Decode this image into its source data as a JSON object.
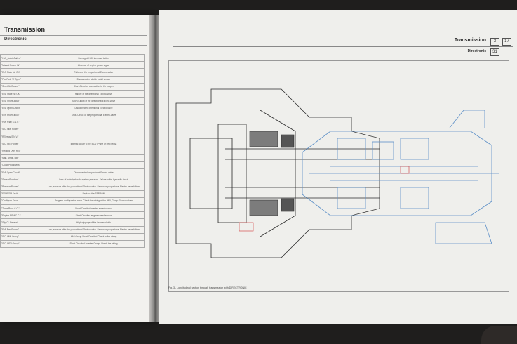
{
  "left_page": {
    "section_title": "Transmission",
    "subsection": "Directronic",
    "rows": [
      {
        "code": "\"HMI_AutoinFailed\"",
        "description": "Damaged HMI, increase button"
      },
      {
        "code": "\"Missed Power IN\"",
        "description": "Absence of engine power signal"
      },
      {
        "code": "\"EvP State No OK\"",
        "description": "Failure of the proportional Electro-valve"
      },
      {
        "code": "\"Pos.Ped. 'S' Open\"",
        "description": "Disconnected clutch pedal sensor"
      },
      {
        "code": "\"ShortCkt Buzzer\"",
        "description": "Short-Circuited connection to the beeper"
      },
      {
        "code": "\"EvD State No OK\"",
        "description": "Failure of the directional Electro-valve"
      },
      {
        "code": "\"EvD ShortCircuit\"",
        "description": "Short-Circuit of the directional Electro-valve"
      },
      {
        "code": "\"EvD Open Circuit\"",
        "description": "Disconnected directional Electro-valve"
      },
      {
        "code": "\"EvP ShortCircuit\"",
        "description": "Short-Circuit of the proportional Electro-valve"
      },
      {
        "code": "\"HMI relay S.N.V.\"",
        "description": ""
      },
      {
        "code": "\"S.C. HMI Power\"",
        "description": ""
      },
      {
        "code": "\"REIrelay S.N.V.\"",
        "description": ""
      },
      {
        "code": "\"S.C. REI Power\"",
        "description": "Internal failure to the ECU (PWM or HMI relay)"
      },
      {
        "code": "\"Related Over REI\"",
        "description": ""
      },
      {
        "code": "\"Man. Ampli. ngn\"",
        "description": ""
      },
      {
        "code": "\"ClutchPedalSens\"",
        "description": ""
      },
      {
        "code": "\"EvP Open Circuit\"",
        "description": "Disconnected proportional Electro-valve"
      },
      {
        "code": "\"SensorProblem\"",
        "description": "Loss of main hydraulic system pressure. Failure in the hydraulic circuit"
      },
      {
        "code": "\"PressureProper\"",
        "description": "Low pressure after the proportional Electro-valve. Sensor or proportional Electro-valve failure"
      },
      {
        "code": "\"EEPROM Fault\"",
        "description": "Replace the EEPROM"
      },
      {
        "code": "\"Configure Error\"",
        "description": "Program configuration error. Check the wiring of the HMI, Group Electro-valves"
      },
      {
        "code": "\"Trans.Revs C.C.\"",
        "description": "Short-Circuited inverter speed sensor"
      },
      {
        "code": "\"Engine RPM C.C.\"",
        "description": "Short-Circuited engine speed sensor"
      },
      {
        "code": "\"Slip Cl. Reversi\"",
        "description": "High slippage of the inverter clutch"
      },
      {
        "code": "\"EvP PresProper\"",
        "description": "Low pressure after the proportional Electro-valve. Sensor or proportional Electro-valve failure"
      },
      {
        "code": "\"S.C. HMI Group\"",
        "description": "HMI Group Short-Circuited Check in the wiring"
      },
      {
        "code": "\"S.C. REV Group\"",
        "description": "Short-Circuited Inverter Group. Check the wiring"
      }
    ]
  },
  "right_page": {
    "header_title": "Transmission",
    "header_num_1": "3",
    "header_num_2": "17",
    "header_sub": "Directronic",
    "header_sub_num": "31",
    "caption": "Fig. 3 - Longitudinal section through transmission with DIRECTRONIC"
  },
  "colors": {
    "drawing_black": "#2b2b2b",
    "drawing_blue": "#5c8fc7",
    "drawing_red": "#d45050",
    "paper": "#efefec"
  }
}
